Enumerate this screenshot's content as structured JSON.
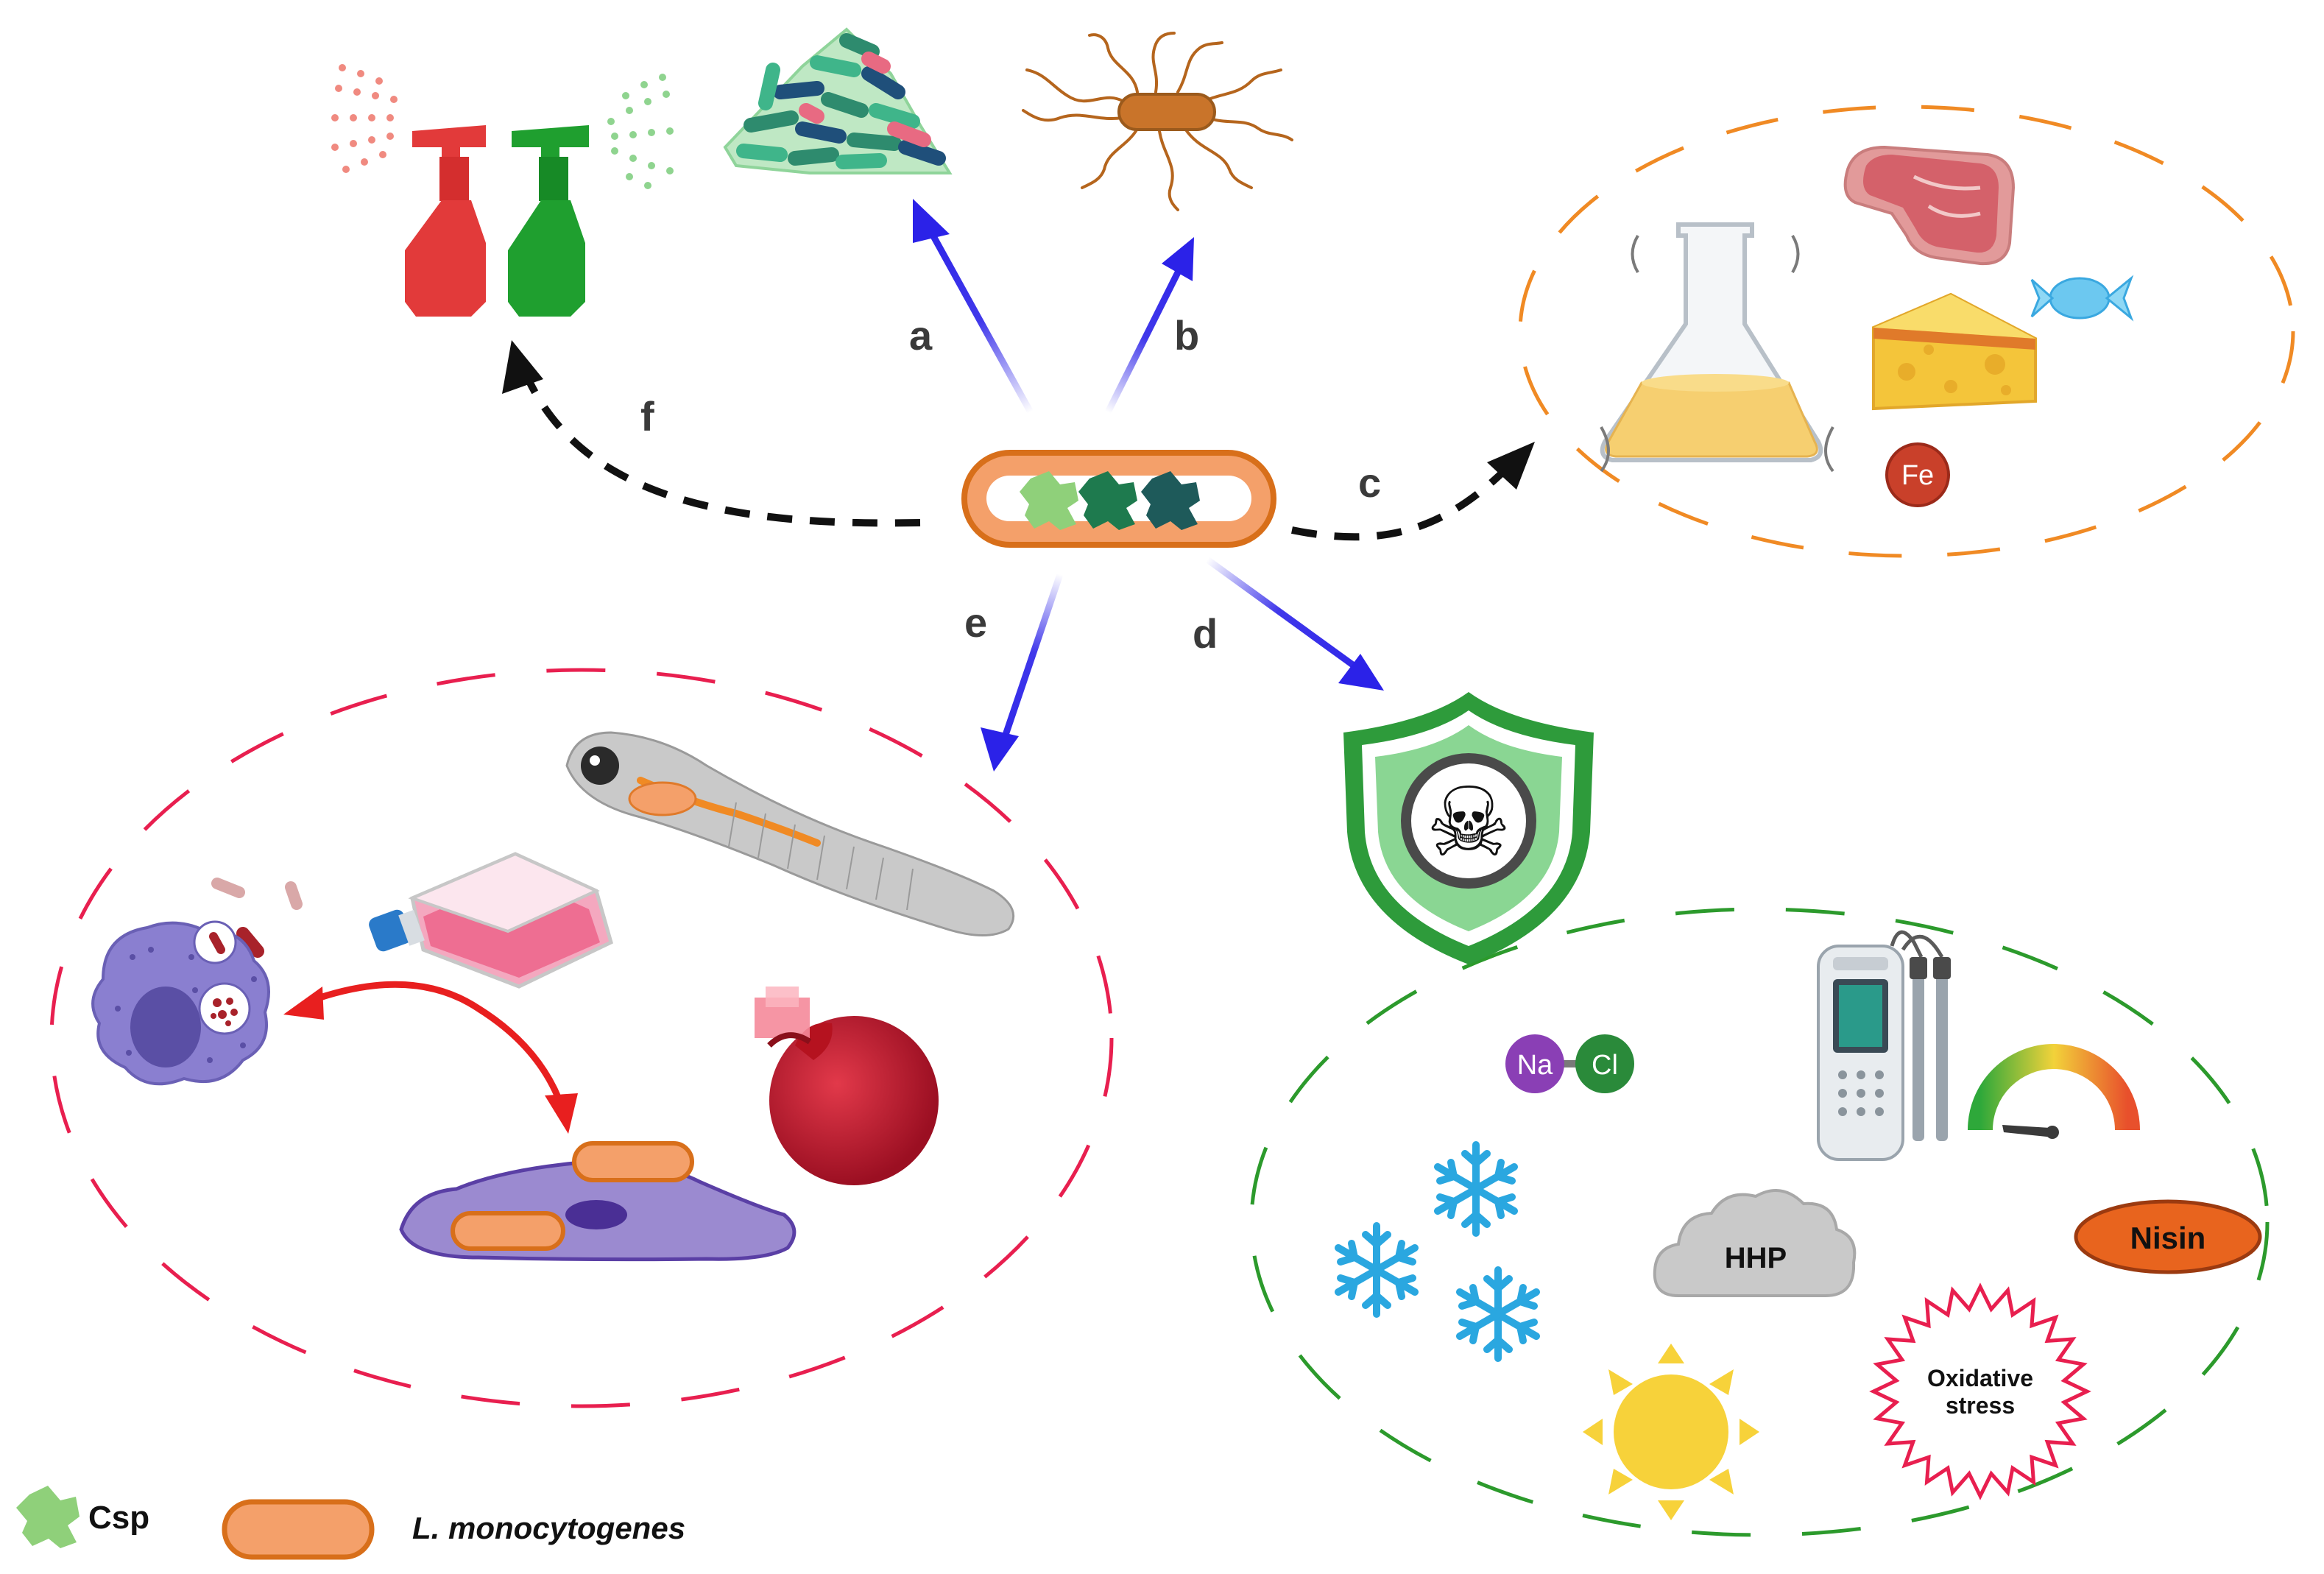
{
  "arrow_labels": {
    "a": "a",
    "b": "b",
    "c": "c",
    "d": "d",
    "e": "e",
    "f": "f"
  },
  "element_symbols": {
    "iron": "Fe",
    "sodium": "Na",
    "chlorine": "Cl"
  },
  "stress_labels": {
    "high_pressure": "HHP",
    "nisin": "Nisin",
    "oxidative_line1": "Oxidative",
    "oxidative_line2": "stress"
  },
  "legend": {
    "csp_label": "Csp",
    "bacterium_label": "L. monocytogenes"
  },
  "icons": [
    "csp-protein-icon",
    "bacterium-icon",
    "spray-bottle-icon",
    "biofilm-icon",
    "flagellated-bacterium-icon",
    "flask-icon",
    "meat-icon",
    "cheese-icon",
    "candy-icon",
    "shield-toxin-icon",
    "ph-meter-icon",
    "gauge-icon",
    "snowflake-icon",
    "cloud-icon",
    "sun-icon",
    "starburst-icon",
    "macrophage-icon",
    "culture-flask-icon",
    "zebrafish-icon",
    "host-cell-icon",
    "pomegranate-icon"
  ],
  "colors": {
    "arrow_blue": "#2b22e8",
    "arrow_dashed": "#111111",
    "bacterium_fill": "#f4a06a",
    "bacterium_border": "#d86f1a",
    "csp_green_light": "#8fd07a",
    "csp_green_dark": "#1e6b4e",
    "dash_orange": "#f08a24",
    "dash_red": "#e81f4f",
    "dash_green": "#2c9a2c",
    "spray_red": "#e23a3a",
    "spray_green": "#1f9f2f",
    "shield_green": "#2e9b3b",
    "snow_blue": "#2aa7e0",
    "nisin_orange": "#e8641e",
    "sun_yellow": "#f7d23a"
  }
}
